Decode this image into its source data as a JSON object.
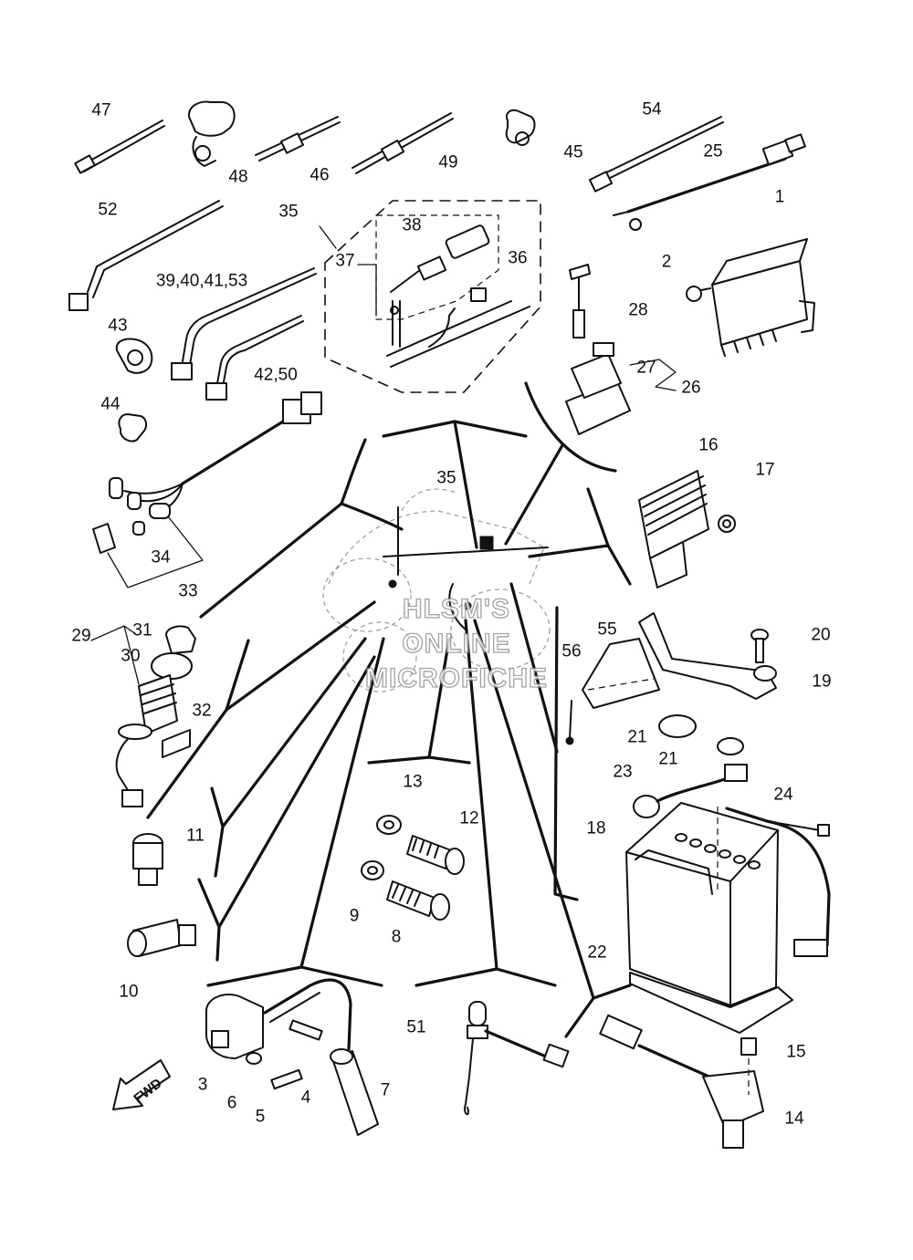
{
  "callouts": [
    {
      "id": "c47",
      "text": "47"
    },
    {
      "id": "c48",
      "text": "48"
    },
    {
      "id": "c46",
      "text": "46"
    },
    {
      "id": "c49",
      "text": "49"
    },
    {
      "id": "c45",
      "text": "45"
    },
    {
      "id": "c54",
      "text": "54"
    },
    {
      "id": "c25",
      "text": "25"
    },
    {
      "id": "c1",
      "text": "1"
    },
    {
      "id": "c2",
      "text": "2"
    },
    {
      "id": "c52",
      "text": "52"
    },
    {
      "id": "c35a",
      "text": "35"
    },
    {
      "id": "c37",
      "text": "37"
    },
    {
      "id": "c38",
      "text": "38"
    },
    {
      "id": "c36",
      "text": "36"
    },
    {
      "id": "c39",
      "text": "39,40,41,53"
    },
    {
      "id": "c43",
      "text": "43"
    },
    {
      "id": "c42",
      "text": "42,50"
    },
    {
      "id": "c28",
      "text": "28"
    },
    {
      "id": "c27",
      "text": "27"
    },
    {
      "id": "c26",
      "text": "26"
    },
    {
      "id": "c44",
      "text": "44"
    },
    {
      "id": "c16",
      "text": "16"
    },
    {
      "id": "c17",
      "text": "17"
    },
    {
      "id": "c35b",
      "text": "35"
    },
    {
      "id": "c34",
      "text": "34"
    },
    {
      "id": "c33",
      "text": "33"
    },
    {
      "id": "c29",
      "text": "29"
    },
    {
      "id": "c31",
      "text": "31"
    },
    {
      "id": "c30",
      "text": "30"
    },
    {
      "id": "c32",
      "text": "32"
    },
    {
      "id": "c55",
      "text": "55"
    },
    {
      "id": "c20",
      "text": "20"
    },
    {
      "id": "c56",
      "text": "56"
    },
    {
      "id": "c19",
      "text": "19"
    },
    {
      "id": "c21a",
      "text": "21"
    },
    {
      "id": "c21b",
      "text": "21"
    },
    {
      "id": "c13",
      "text": "13"
    },
    {
      "id": "c12",
      "text": "12"
    },
    {
      "id": "c23",
      "text": "23"
    },
    {
      "id": "c24",
      "text": "24"
    },
    {
      "id": "c18",
      "text": "18"
    },
    {
      "id": "c11",
      "text": "11"
    },
    {
      "id": "c9",
      "text": "9"
    },
    {
      "id": "c8",
      "text": "8"
    },
    {
      "id": "c10",
      "text": "10"
    },
    {
      "id": "c22",
      "text": "22"
    },
    {
      "id": "c51",
      "text": "51"
    },
    {
      "id": "c15",
      "text": "15"
    },
    {
      "id": "c3",
      "text": "3"
    },
    {
      "id": "c6",
      "text": "6"
    },
    {
      "id": "c4",
      "text": "4"
    },
    {
      "id": "c7",
      "text": "7"
    },
    {
      "id": "c5",
      "text": "5"
    },
    {
      "id": "c14",
      "text": "14"
    }
  ],
  "watermark": {
    "line1": "HLSM'S",
    "line2": "ONLINE",
    "line3": "MICROFICHE"
  },
  "direction_arrow": {
    "text": "FWD",
    "icon": "forward-arrow-icon"
  }
}
